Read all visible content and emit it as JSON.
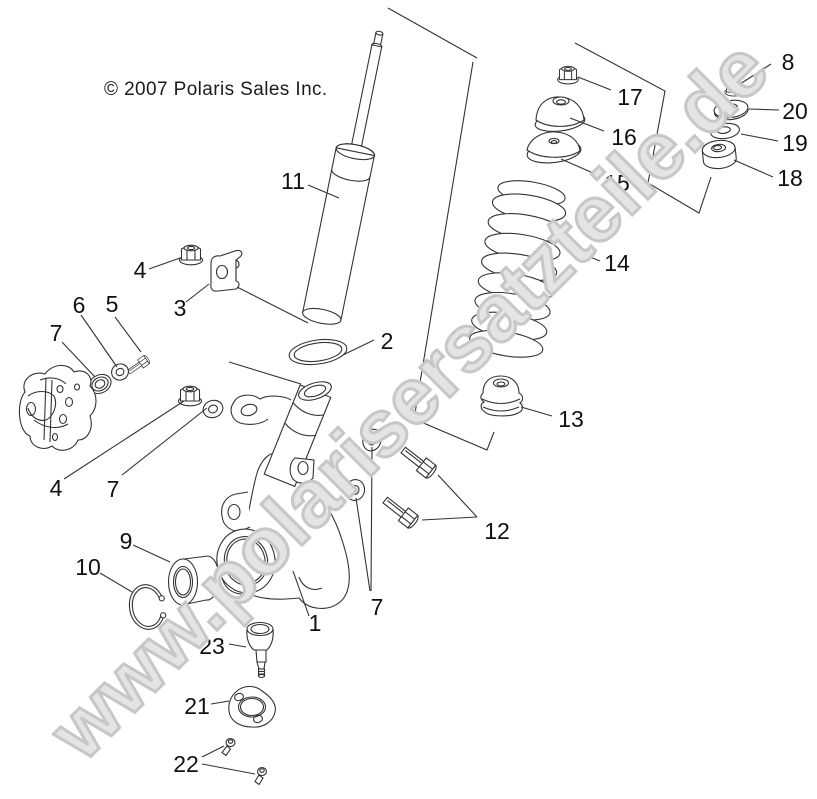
{
  "copyright": "© 2007 Polaris Sales Inc.",
  "watermark": {
    "text": "www.polarisersatzteile.de",
    "color": "#c7c7c7"
  },
  "diagram": {
    "line_color": "#333333",
    "background": "#ffffff"
  },
  "callouts": {
    "p1": "1",
    "p2": "2",
    "p3": "3",
    "p4": "4",
    "p5": "5",
    "p6": "6",
    "p7": "7",
    "p8": "8",
    "p9": "9",
    "p10": "10",
    "p11": "11",
    "p12": "12",
    "p13": "13",
    "p14": "14",
    "p15": "15",
    "p16": "16",
    "p17": "17",
    "p18": "18",
    "p19": "19",
    "p20": "20",
    "p21": "21",
    "p22": "22",
    "p23": "23"
  }
}
